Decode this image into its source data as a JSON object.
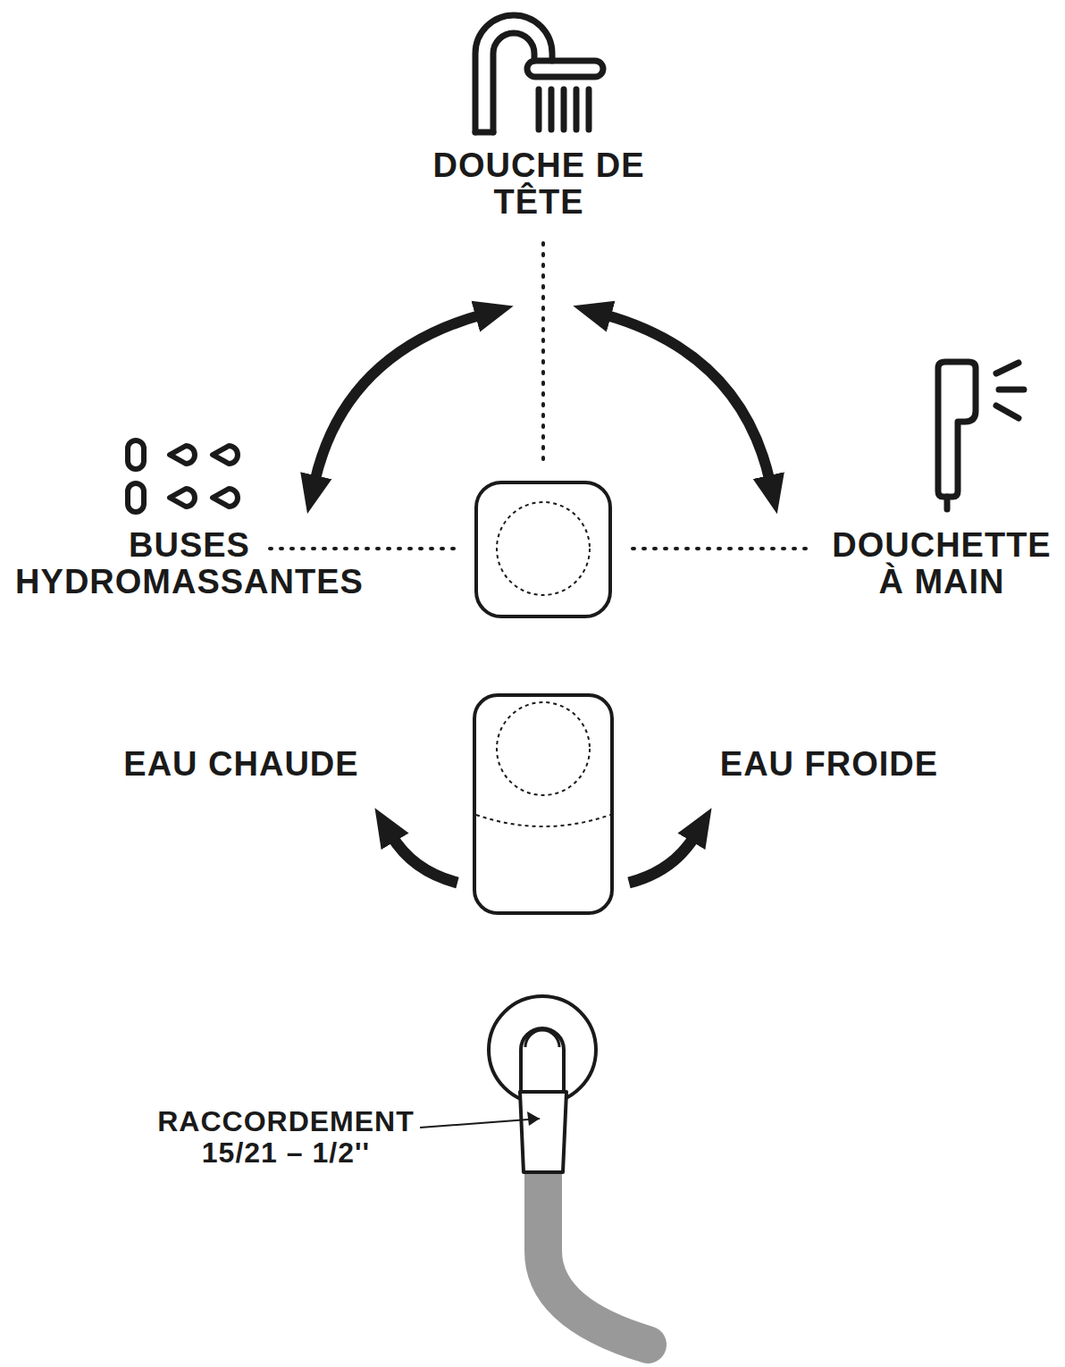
{
  "diagram": {
    "labels": [
      "DOUCHE DE TÊTE",
      "BUSES HYDROMASSANTES",
      "DOUCHETTE À MAIN",
      "EAU CHAUDE",
      "EAU FROIDE",
      "RACCORDEMENT 15/21 – 1/2''"
    ]
  }
}
